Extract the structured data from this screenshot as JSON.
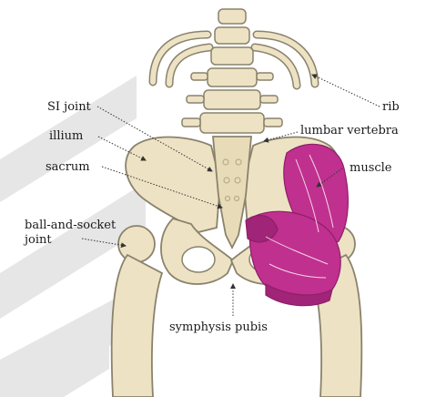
{
  "labels": {
    "rib": "rib",
    "si_joint": "SI joint",
    "illium": "illium",
    "lumbar_vertebra": "lumbar vertebra",
    "sacrum": "sacrum",
    "muscle": "muscle",
    "ball_socket_line1": "ball-and-socket",
    "ball_socket_line2": "joint",
    "symphysis_pubis": "symphysis pubis"
  },
  "colors": {
    "bone": "#ede3c4",
    "bone_outline": "#8a826c",
    "muscle": "#c0308f",
    "muscle_dark": "#8e1f69",
    "watermark": "#e6e6e6",
    "leader": "#333333"
  }
}
